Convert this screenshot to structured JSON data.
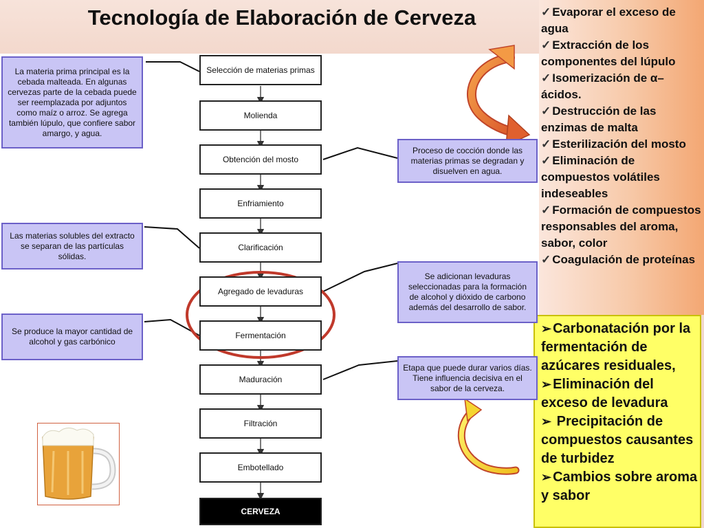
{
  "title": "Tecnología de Elaboración de Cerveza",
  "steps": [
    "Selección de materias primas",
    "Molienda",
    "Obtención del mosto",
    "Enfriamiento",
    "Clarificación",
    "Agregado de levaduras",
    "Fermentación",
    "Maduración",
    "Filtración",
    "Embotellado",
    "CERVEZA"
  ],
  "notes": {
    "materia_prima": "La materia prima principal es la cebada malteada. En algunas cervezas parte de la cebada puede ser reemplazada por adjuntos como maíz o arroz. Se agrega también lúpulo, que confiere sabor amargo, y agua.",
    "coccion": "Proceso de cocción donde las materias primas se degradan y disuelven en agua.",
    "clarificacion": "Las materias solubles del extracto se separan de las partículas sólidas.",
    "levaduras": "Se adicionan levaduras seleccionadas para la formación de alcohol y dióxido de carbono además del desarrollo de sabor.",
    "fermentacion": "Se produce la mayor cantidad de alcohol y gas carbónico",
    "maduracion": "Etapa que puede durar varios días. Tiene influencia decisiva en el sabor de la cerveza."
  },
  "coccion_effects": [
    "Evaporar el exceso de agua",
    "Extracción de los componentes del lúpulo",
    "Isomerización de α–ácidos.",
    "Destrucción de las enzimas de malta",
    "Esterilización del mosto",
    "Eliminación de compuestos volátiles indeseables",
    "Formación de compuestos responsables del aroma, sabor, color",
    "Coagulación de proteínas"
  ],
  "maduracion_effects": [
    "Carbonatación por la fermentación de azúcares residuales,",
    "Eliminación del exceso de levadura",
    " Precipitación de compuestos causantes de turbidez",
    "Cambios sobre aroma y sabor"
  ],
  "colors": {
    "note_fill": "#c9c5f5",
    "note_border": "#6b60c8",
    "highlight_ellipse": "#c0392b",
    "yellow_box": "#ffff66",
    "beer": "#e8a33a"
  },
  "icons": {
    "check": "check-icon",
    "arrow_right": "arrowhead-icon"
  }
}
